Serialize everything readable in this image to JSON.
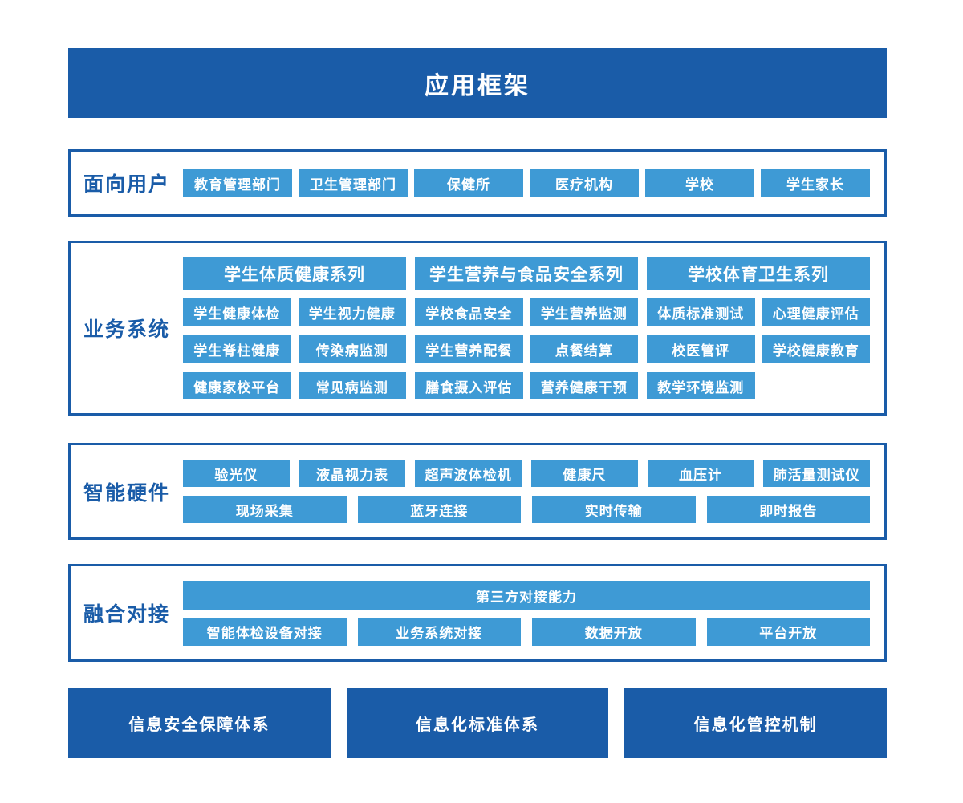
{
  "title": "应用框架",
  "users": {
    "label": "面向用户",
    "tiles": [
      "教育管理部门",
      "卫生管理部门",
      "保健所",
      "医疗机构",
      "学校",
      "学生家长"
    ]
  },
  "business": {
    "label": "业务系统",
    "columns": [
      {
        "header": "学生体质健康系列",
        "tiles": [
          "学生健康体检",
          "学生视力健康",
          "学生脊柱健康",
          "传染病监测",
          "健康家校平台",
          "常见病监测"
        ]
      },
      {
        "header": "学生营养与食品安全系列",
        "tiles": [
          "学校食品安全",
          "学生营养监测",
          "学生营养配餐",
          "点餐结算",
          "膳食摄入评估",
          "营养健康干预"
        ]
      },
      {
        "header": "学校体育卫生系列",
        "tiles": [
          "体质标准测试",
          "心理健康评估",
          "校医管评",
          "学校健康教育",
          "教学环境监测"
        ]
      }
    ]
  },
  "hardware": {
    "label": "智能硬件",
    "row1": [
      "验光仪",
      "液晶视力表",
      "超声波体检机",
      "健康尺",
      "血压计",
      "肺活量测试仪"
    ],
    "row2": [
      "现场采集",
      "蓝牙连接",
      "实时传输",
      "即时报告"
    ]
  },
  "integration": {
    "label": "融合对接",
    "full_width_tile": "第三方对接能力",
    "row2": [
      "智能体检设备对接",
      "业务系统对接",
      "数据开放",
      "平台开放"
    ]
  },
  "footer": {
    "boxes": [
      "信息安全保障体系",
      "信息化标准体系",
      "信息化管控机制"
    ]
  },
  "colors": {
    "dark_blue": "#1A5CA8",
    "tile_blue": "#3E9AD5"
  }
}
